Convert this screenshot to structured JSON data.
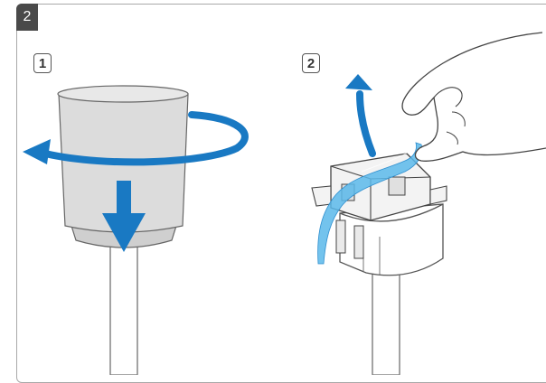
{
  "step_number": "2",
  "substeps": [
    {
      "label": "1"
    },
    {
      "label": "2"
    }
  ],
  "colors": {
    "arrow_blue": "#1979c3",
    "foil_blue": "#5ab8ea",
    "part_gray": "#d9d9d9",
    "outline": "#555555",
    "dark_tab": "#4a4a4a"
  },
  "icons": [
    "rotate-arrow-icon",
    "pull-down-arrow-icon",
    "lift-up-arrow-icon",
    "hand-icon"
  ]
}
